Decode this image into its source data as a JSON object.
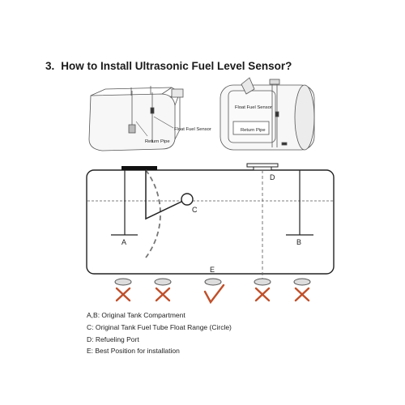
{
  "section": {
    "number": "3.",
    "title": "How to Install Ultrasonic Fuel Level Sensor?"
  },
  "tank_left": {
    "float_sensor_label": "Float Fuel Sensor",
    "return_pipe_label": "Return Pipe"
  },
  "tank_right": {
    "float_sensor_label": "Float Fuel Sensor",
    "return_pipe_label": "Return Pipe"
  },
  "main_diagram": {
    "label_a": "A",
    "label_b": "B",
    "label_c": "C",
    "label_d": "D",
    "label_e": "E"
  },
  "positions": [
    {
      "mark": "cross-icon"
    },
    {
      "mark": "cross-icon"
    },
    {
      "mark": "check-icon"
    },
    {
      "mark": "cross-icon"
    },
    {
      "mark": "cross-icon"
    }
  ],
  "colors": {
    "mark": "#c0502a",
    "line": "#222222",
    "fuel": "#888888"
  },
  "legend": [
    "A,B: Original Tank Compartment",
    "C: Original Tank Fuel Tube Float Range (Circle)",
    "D: Refueling Port",
    "E: Best Position for installation"
  ]
}
